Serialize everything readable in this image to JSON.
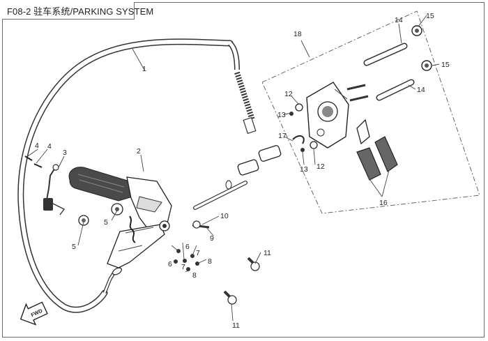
{
  "title": "F08-2 驻车系统/PARKING SYSTEM",
  "direction_label": "FWD",
  "callouts": [
    "1",
    "2",
    "3",
    "4",
    "4",
    "5",
    "5",
    "6",
    "6",
    "7",
    "7",
    "8",
    "8",
    "9",
    "10",
    "11",
    "11",
    "12",
    "12",
    "13",
    "13",
    "14",
    "14",
    "15",
    "15",
    "16",
    "17",
    "18"
  ]
}
